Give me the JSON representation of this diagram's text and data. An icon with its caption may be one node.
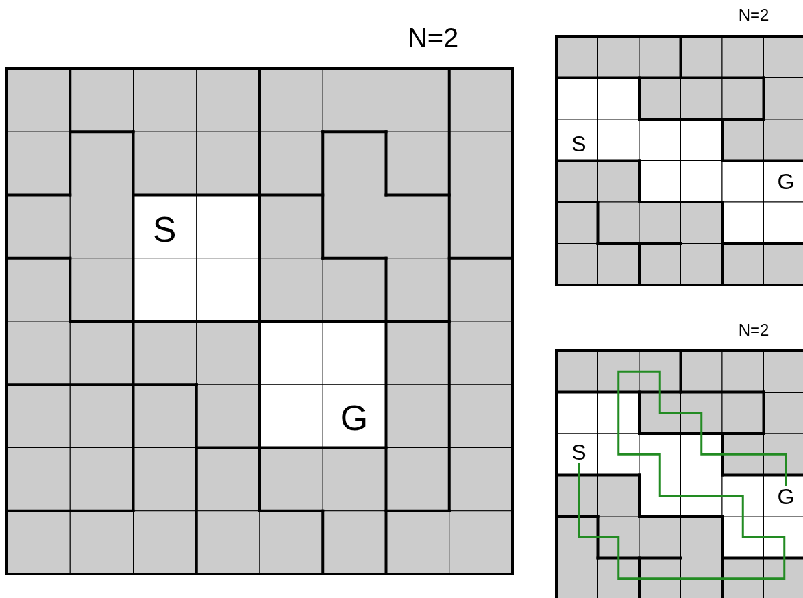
{
  "diagram": {
    "nodes": [
      {
        "text": [
          "S"
        ]
      },
      {
        "text": [
          "G"
        ]
      }
    ],
    "edges": [
      {
        "from": 0,
        "to": 1,
        "arrow": "none"
      }
    ],
    "labels": [
      "N=2",
      "N=2",
      "S",
      "G",
      "S",
      "G",
      "N=2"
    ]
  }
}
